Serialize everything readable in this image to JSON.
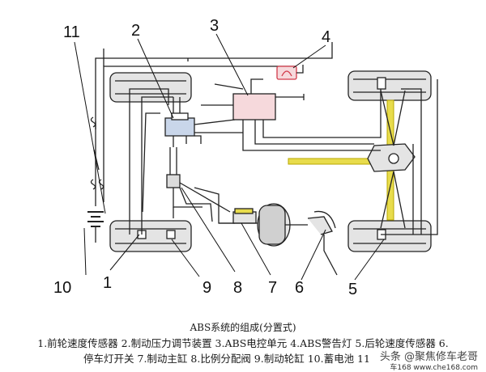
{
  "diagram": {
    "callouts": [
      "1",
      "2",
      "3",
      "4",
      "5",
      "6",
      "7",
      "8",
      "9",
      "10",
      "11"
    ],
    "caption_title": "ABS系统的组成(分置式)",
    "caption_line1": "1.前轮速度传感器 2.制动压力调节装置 3.ABS电控单元 4.ABS警告灯 5.后轮速度传感器 6.",
    "caption_line2": "停车灯开关 7.制动主缸 8.比例分配阀 9.制动轮缸 10.蓄电池 11",
    "watermark": "头条 @聚焦修车老哥",
    "site": "车168 www.che168.com",
    "colors": {
      "wheel_fill": "#e4e4e4",
      "ecu_fill": "#f6d9dc",
      "shaft": "#e8dc4c",
      "line": "#222222",
      "warning_lamp": "#d23a4a"
    }
  }
}
